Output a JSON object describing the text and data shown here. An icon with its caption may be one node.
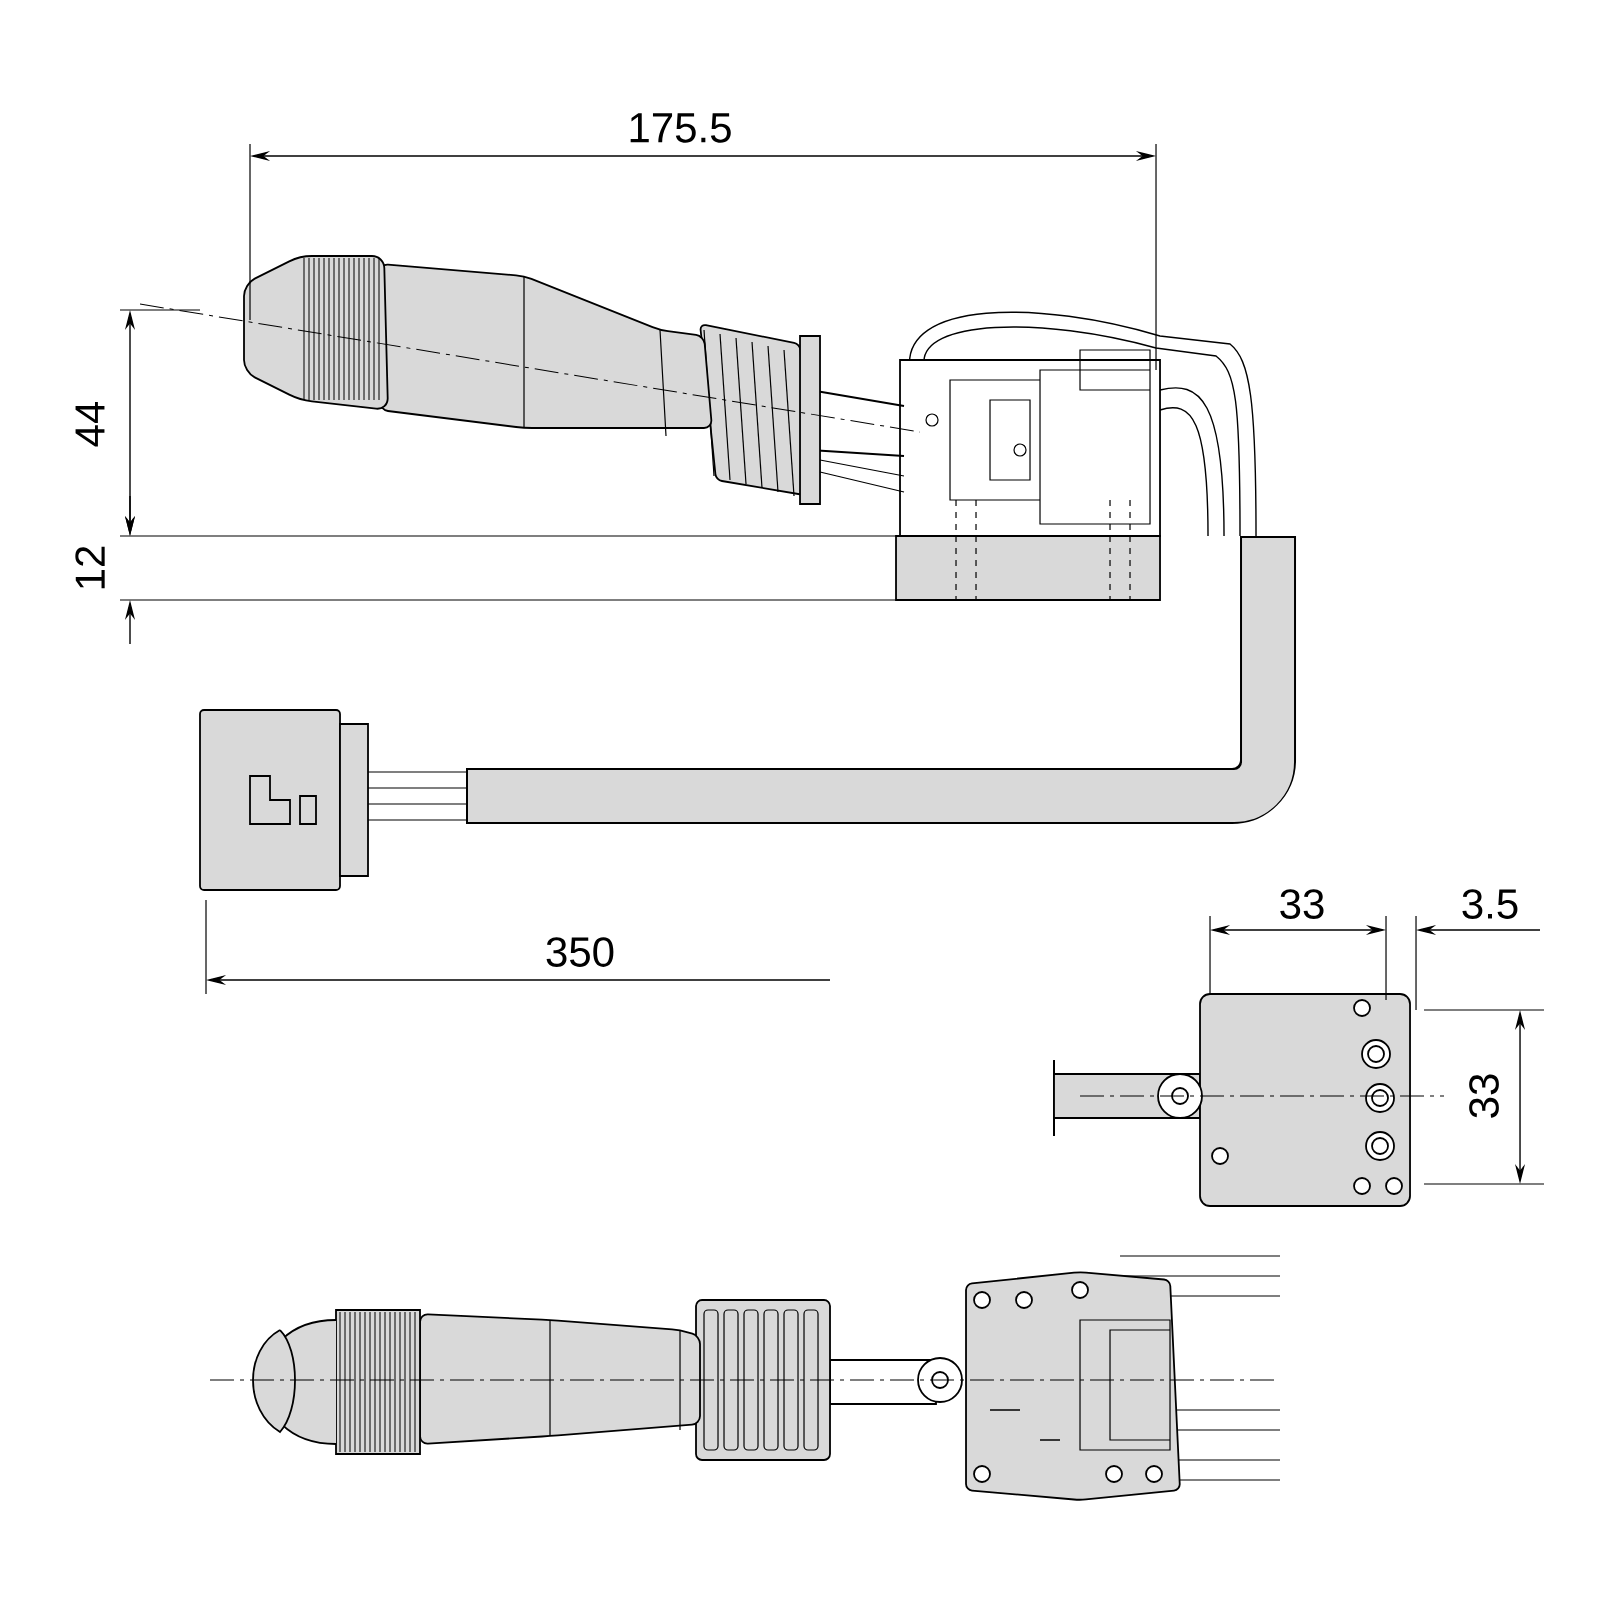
{
  "diagram": {
    "labels": [
      "175.5",
      "44",
      "12",
      "350",
      "33",
      "3.5",
      "33"
    ]
  }
}
